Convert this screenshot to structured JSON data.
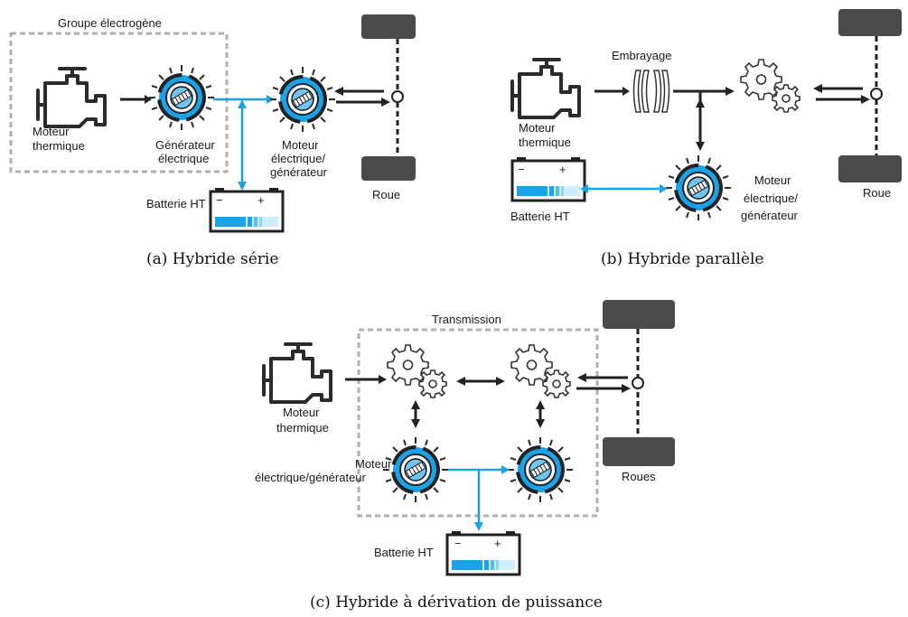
{
  "panels": {
    "a": {
      "caption": "(a) Hybride série",
      "group_label": "Groupe électrogène",
      "engine_label": [
        "Moteur",
        "thermique"
      ],
      "generator_label": [
        "Générateur",
        "électrique"
      ],
      "motor_label": [
        "Moteur",
        "électrique/",
        "générateur"
      ],
      "battery_label": "Batterie HT",
      "wheel_label": "Roue"
    },
    "b": {
      "caption": "(b) Hybride parallèle",
      "clutch_label": "Embrayage",
      "engine_label": [
        "Moteur",
        "thermique"
      ],
      "motor_label": [
        "Moteur",
        "électrique/",
        "générateur"
      ],
      "battery_label": "Batterie HT",
      "wheel_label": "Roue"
    },
    "c": {
      "caption": "(c) Hybride à dérivation de puissance",
      "transmission_label": "Transmission",
      "engine_label": [
        "Moteur",
        "thermique"
      ],
      "motor_label": [
        "Moteur",
        "électrique/générateur"
      ],
      "battery_label": "Batterie HT",
      "wheel_label": "Roues"
    }
  },
  "battery": {
    "minus": "−",
    "plus": "+"
  },
  "colors": {
    "electric_flow": "#1aa3e8",
    "mechanical_flow": "#222222",
    "wheel": "#4a4a4a",
    "dashed_box": "#b0b0b0"
  },
  "icons": [
    "engine-icon",
    "electric-machine-icon",
    "gear-pair-icon",
    "clutch-icon",
    "battery-icon",
    "wheel-icon"
  ]
}
